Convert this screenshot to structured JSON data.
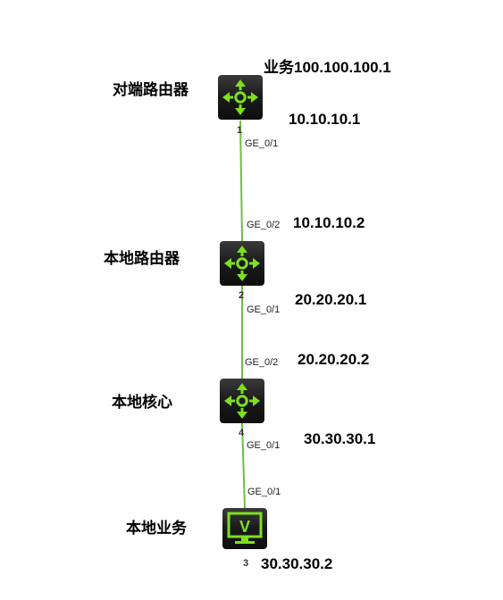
{
  "colors": {
    "link": "#6dbe45",
    "device_bg": "#1c1c1c",
    "icon_accent": "#7ee01e"
  },
  "nodes": {
    "peer_router": {
      "name": "对端路由器",
      "id": "1",
      "icon": "router-icon",
      "service": "业务100.100.100.1",
      "ip": "10.10.10.1",
      "port": "GE_0/1"
    },
    "local_router": {
      "name": "本地路由器",
      "id": "2",
      "icon": "router-icon",
      "ip_up": "10.10.10.2",
      "port_up": "GE_0/2",
      "ip_down": "20.20.20.1",
      "port_down": "GE_0/1"
    },
    "local_core": {
      "name": "本地核心",
      "id": "4",
      "icon": "router-icon",
      "ip_up": "20.20.20.2",
      "port_up": "GE_0/2",
      "ip_down": "30.30.30.1",
      "port_down": "GE_0/1"
    },
    "local_service": {
      "name": "本地业务",
      "id": "3",
      "icon": "monitor-v-icon",
      "ip": "30.30.30.2",
      "port": "GE_0/1"
    }
  }
}
